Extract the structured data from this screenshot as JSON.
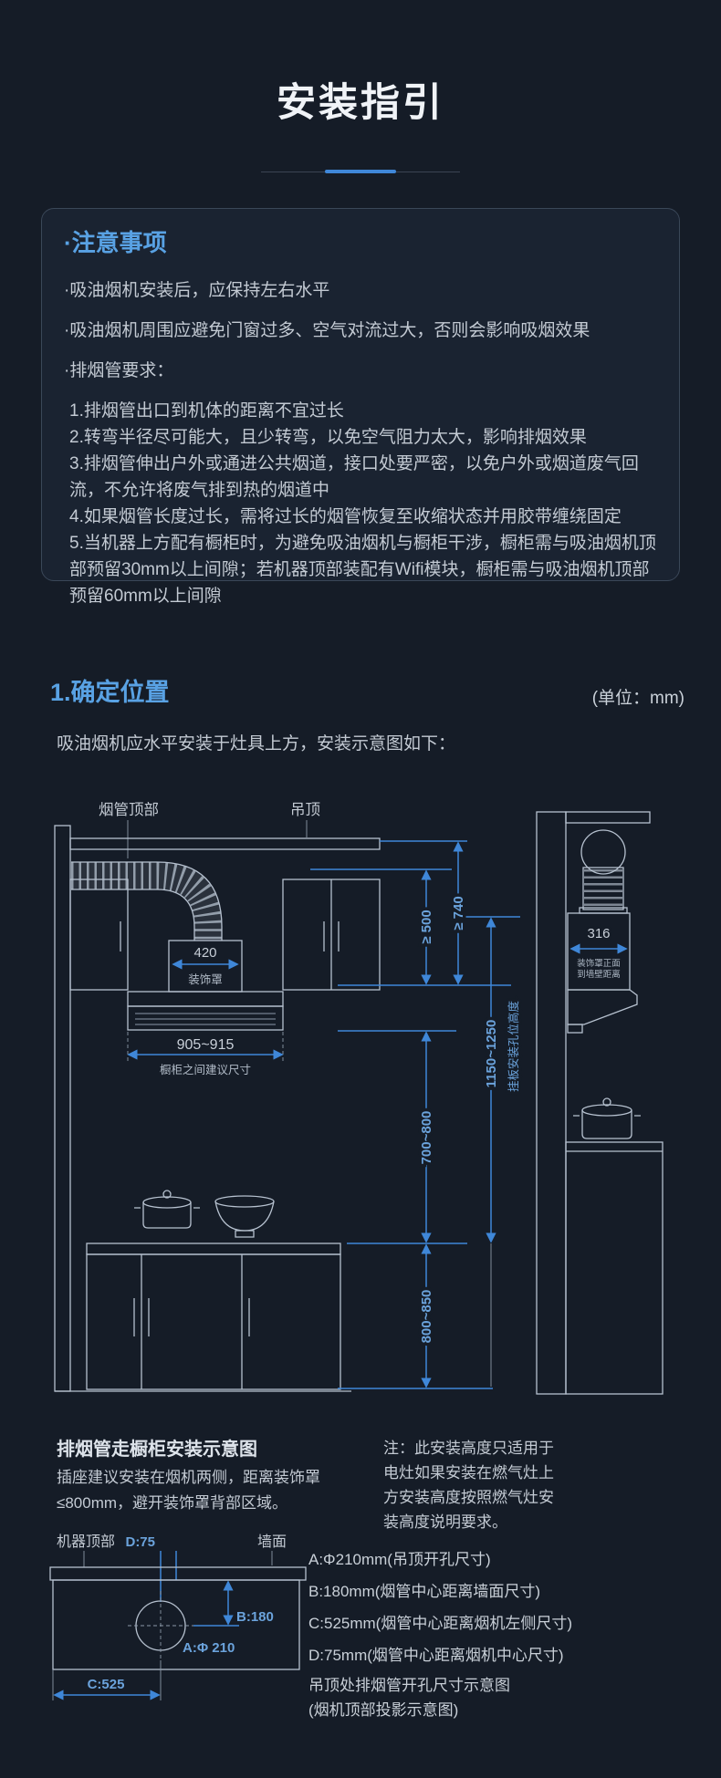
{
  "page": {
    "title": "安装指引",
    "bg_color": "#151c27",
    "accent_color": "#3f87d8"
  },
  "notice": {
    "title": "·注意事项",
    "bullets": [
      "·吸油烟机安装后，应保持左右水平",
      "·吸油烟机周围应避免门窗过多、空气对流过大，否则会影响吸烟效果",
      "·排烟管要求："
    ],
    "items": [
      "1.排烟管出口到机体的距离不宜过长",
      "2.转弯半径尽可能大，且少转弯，以免空气阻力太大，影响排烟效果",
      "3.排烟管伸出户外或通进公共烟道，接口处要严密，以免户外或烟道废气回流，不允许将废气排到热的烟道中",
      "4.如果烟管长度过长，需将过长的烟管恢复至收缩状态并用胶带缠绕固定",
      "5.当机器上方配有橱柜时，为避免吸油烟机与橱柜干涉，橱柜需与吸油烟机顶部预留30mm以上间隙；若机器顶部装配有Wifi模块，橱柜需与吸油烟机顶部预留60mm以上间隙"
    ]
  },
  "section": {
    "heading": "1.确定位置",
    "unit": "(单位：mm)",
    "intro": "吸油烟机应水平安装于灶具上方，安装示意图如下："
  },
  "diagram": {
    "label_duct_top": "烟管顶部",
    "label_ceiling": "吊顶",
    "dim_cover_width": "420",
    "label_cover": "装饰罩",
    "dim_cabinet_gap": "905~915",
    "label_cabinet_gap": "橱柜之间建议尺寸",
    "dim_min_500": "≥ 500",
    "dim_min_740": "≥ 740",
    "dim_plate_height": "1150~1250",
    "label_plate_height": "挂板安装孔位高度",
    "dim_hood_to_cooktop": "700~800",
    "dim_counter_height": "800~850",
    "dim_side_depth": "316",
    "label_side_depth_1": "装饰罩正面",
    "label_side_depth_2": "到墙壁距离",
    "caption": "排烟管走橱柜安装示意图",
    "socket_note": "插座建议安装在烟机两侧，距离装饰罩≤800mm，避开装饰罩背部区域。",
    "height_note": [
      "注：此安装高度只适用于",
      "电灶如果安装在燃气灶上",
      "方安装高度按照燃气灶安",
      "装高度说明要求。"
    ]
  },
  "hole_diagram": {
    "label_machine_top": "机器顶部",
    "label_wall": "墙面",
    "dim_d": "D:75",
    "dim_b": "B:180",
    "dim_a": "A:Φ 210",
    "dim_c": "C:525",
    "legend": [
      "A:Φ210mm(吊顶开孔尺寸)",
      "B:180mm(烟管中心距离墙面尺寸)",
      "C:525mm(烟管中心距离烟机左侧尺寸)",
      "D:75mm(烟管中心距离烟机中心尺寸)"
    ],
    "caption_line1": "吊顶处排烟管开孔尺寸示意图",
    "caption_line2": "(烟机顶部投影示意图)"
  }
}
